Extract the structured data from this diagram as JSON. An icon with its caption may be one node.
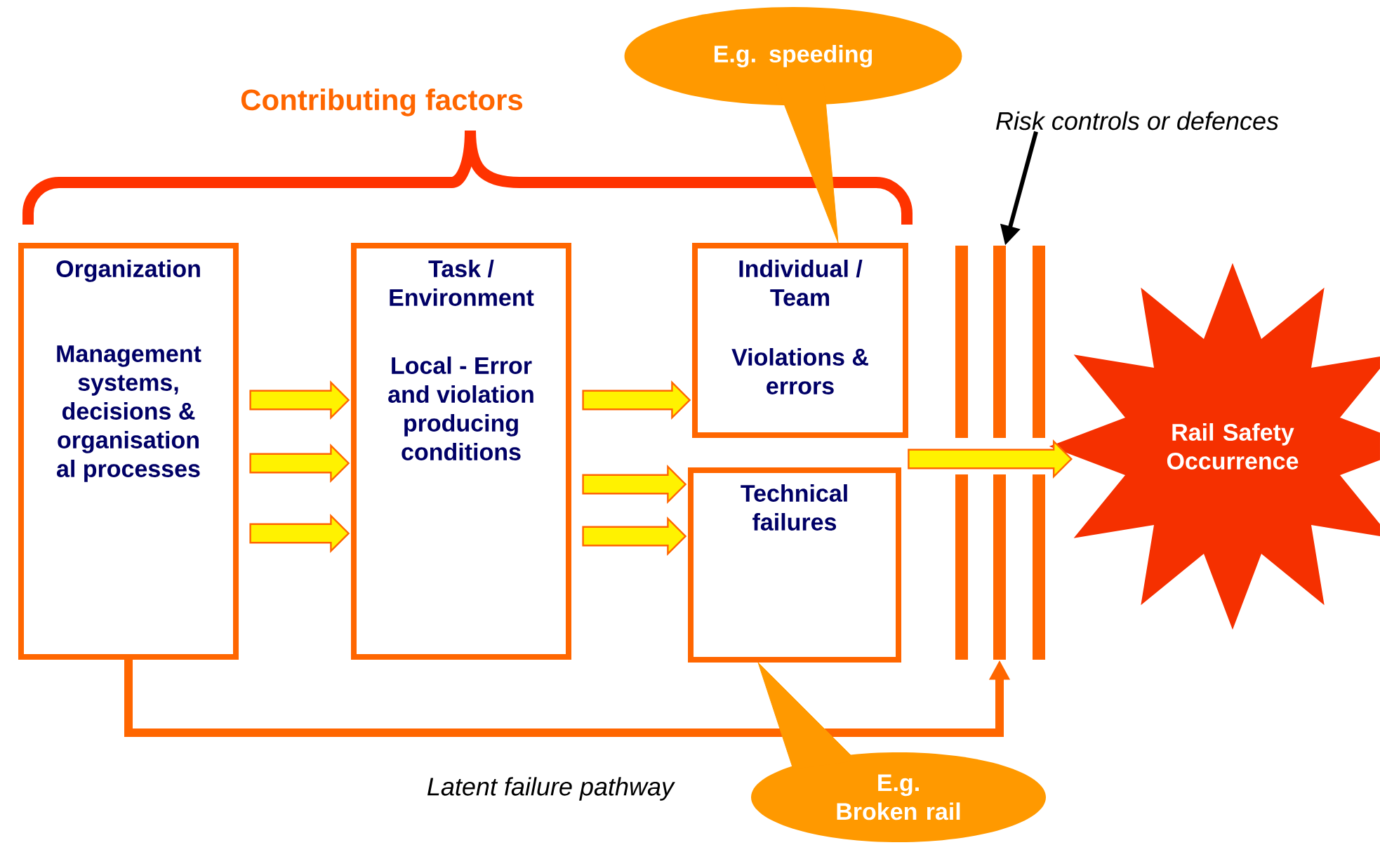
{
  "diagram": {
    "nodes": [
      {
        "text": [
          "Organization",
          "Management systems, decisions & organisation al processes"
        ]
      },
      {
        "text": [
          "Task / Environment",
          "Local - Error and violation producing conditions"
        ]
      },
      {
        "text": [
          "Individual / Team",
          "Violations & errors"
        ]
      },
      {
        "text": [
          "Technical failures"
        ]
      },
      {
        "text": [],
        "shape": "bar"
      },
      {
        "text": [],
        "shape": "bar"
      },
      {
        "text": [],
        "shape": "bar"
      },
      {
        "text": [
          "Rail Safety Occurrence"
        ]
      },
      {
        "text": [
          "E.g. speeding"
        ]
      },
      {
        "text": [
          "E.g. Broken rail"
        ]
      },
      {
        "text": [
          "Risk controls or defences"
        ]
      }
    ],
    "edges": [
      {
        "from": 0,
        "to": 1,
        "arrow": "to"
      },
      {
        "from": 0,
        "to": 1,
        "arrow": "to"
      },
      {
        "from": 0,
        "to": 1,
        "arrow": "to"
      },
      {
        "from": 1,
        "to": 2,
        "arrow": "to"
      },
      {
        "from": 1,
        "to": 3,
        "arrow": "to"
      },
      {
        "from": 1,
        "to": 3,
        "arrow": "to"
      },
      {
        "from": null,
        "to": 7,
        "arrow": "to"
      },
      {
        "from": 0,
        "to": 5,
        "arrow": "to",
        "label": "Latent failure pathway",
        "style": "thick",
        "color": "#ff6600"
      },
      {
        "from": 10,
        "to": 5,
        "arrow": "to",
        "color": "#000000"
      },
      {
        "from": 8,
        "to": 2,
        "arrow": "to",
        "color": "#ff9900"
      },
      {
        "from": 9,
        "to": 3,
        "arrow": "to",
        "color": "#ff9900"
      }
    ],
    "labels": [
      "Contributing factors"
    ]
  }
}
